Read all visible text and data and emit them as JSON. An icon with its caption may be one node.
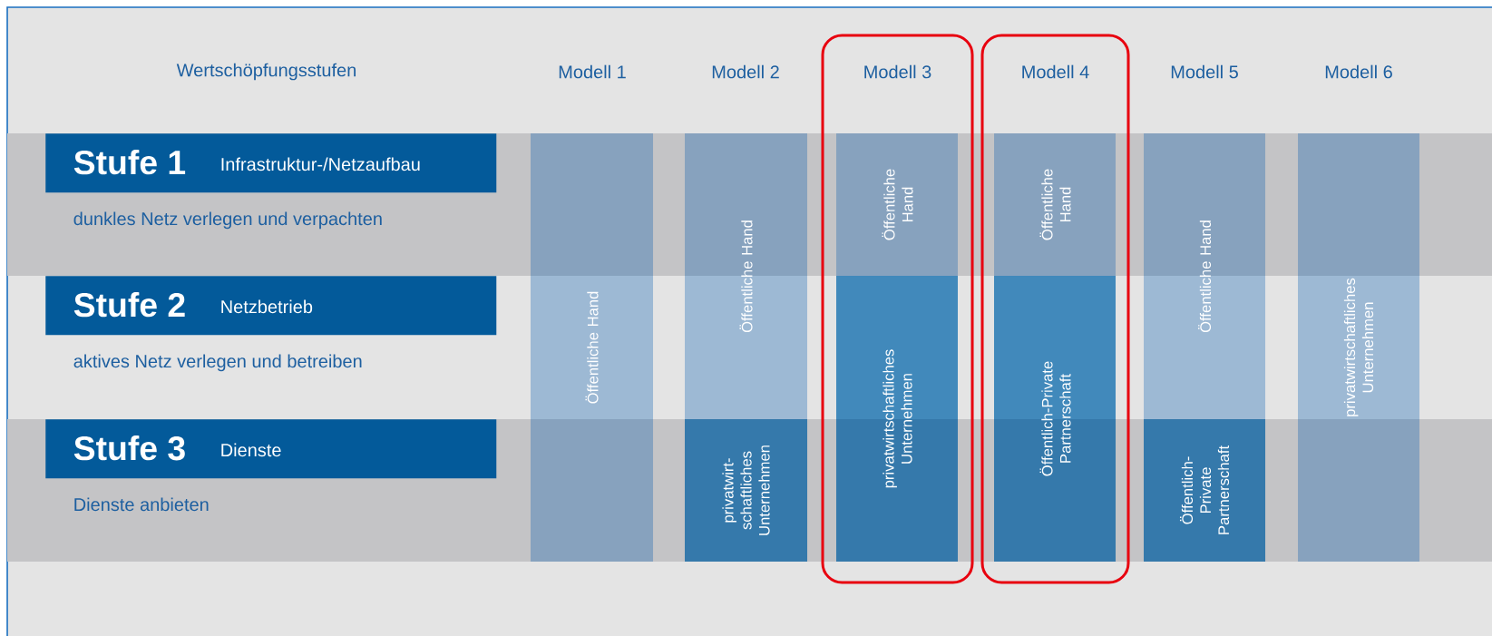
{
  "diagram": {
    "nodes": [
      {
        "text": [
          "Stufe 1",
          "Infrastruktur-/Netzaufbau",
          "dunkles Netz verlegen und verpachten"
        ]
      },
      {
        "text": [
          "Stufe 2",
          "Netzbetrieb",
          "aktives Netz verlegen und betreiben"
        ]
      },
      {
        "text": [
          "Stufe 3",
          "Dienste",
          "Dienste anbieten"
        ]
      },
      {
        "text": [
          "Öffentliche Hand"
        ]
      },
      {
        "text": [
          "Öffentliche Hand"
        ]
      },
      {
        "text": [
          "privatwirt-schaftliches Unternehmen"
        ]
      },
      {
        "text": [
          "Modell 3"
        ]
      },
      {
        "text": [
          "Öffentliche Hand"
        ],
        "in": 6
      },
      {
        "text": [
          "privatwirtschaftliches Unternehmen"
        ],
        "in": 6
      },
      {
        "text": [
          "Modell 4"
        ]
      },
      {
        "text": [
          "Öffentliche Hand"
        ],
        "in": 9
      },
      {
        "text": [
          "Öffentlich-Private Partnerschaft"
        ],
        "in": 9
      },
      {
        "text": [
          "Öffentliche Hand"
        ]
      },
      {
        "text": [
          "Öffentlich-Private Partnerschaft"
        ]
      },
      {
        "text": [
          "privatwirtschaftliches Unternehmen"
        ]
      }
    ],
    "labels": [
      "Wertschöpfungsstufen",
      "Modell 1",
      "Modell 2",
      "Modell 5",
      "Modell 6"
    ]
  }
}
